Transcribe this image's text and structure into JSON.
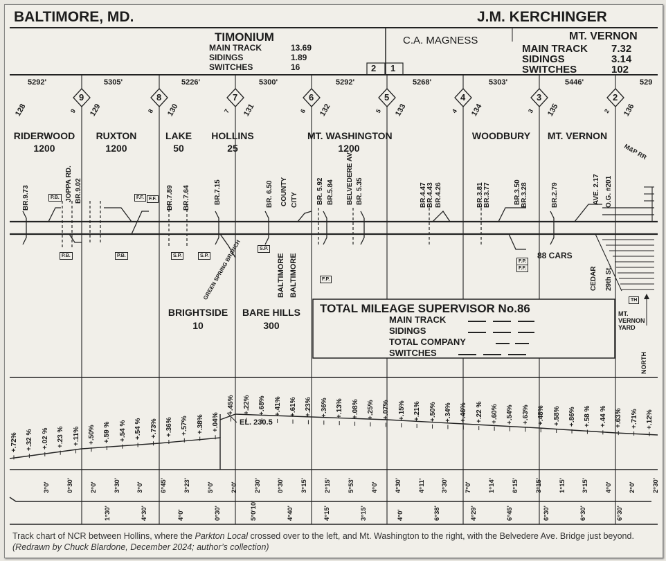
{
  "header": {
    "left": "BALTIMORE, MD.",
    "right": "J.M. KERCHINGER"
  },
  "timonium": {
    "name": "TIMONIUM",
    "rows": [
      [
        "MAIN TRACK",
        "13.69"
      ],
      [
        "SIDINGS",
        "1.89"
      ],
      [
        "SWITCHES",
        "16"
      ]
    ]
  },
  "magness": "C.A. MAGNESS",
  "mtvernon_summary": {
    "name": "MT. VERNON",
    "rows": [
      [
        "MAIN TRACK",
        "7.32"
      ],
      [
        "SIDINGS",
        "3.14"
      ],
      [
        "SWITCHES",
        "102"
      ]
    ]
  },
  "boxes": [
    "2",
    "1"
  ],
  "lengths": [
    "5292'",
    "5305'",
    "5226'",
    "5300'",
    "5292'",
    "5268'",
    "5303'",
    "5446'",
    "529"
  ],
  "mileposts": [
    {
      "num": "9",
      "a": "128",
      "b": "129",
      "mark": "9"
    },
    {
      "num": "8",
      "b": "130",
      "mark": "8"
    },
    {
      "num": "7",
      "b": "131",
      "mark": "7"
    },
    {
      "num": "6",
      "b": "132",
      "mark": "6"
    },
    {
      "num": "5",
      "b": "133",
      "mark": "5"
    },
    {
      "num": "4",
      "b": "134",
      "mark": "4"
    },
    {
      "num": "3",
      "b": "135",
      "mark": "3"
    },
    {
      "num": "2",
      "b": "136",
      "mark": "2"
    }
  ],
  "stations": [
    {
      "name": "RIDERWOOD",
      "value": "1200"
    },
    {
      "name": "RUXTON",
      "value": "1200"
    },
    {
      "name": "LAKE",
      "value": "50"
    },
    {
      "name": "HOLLINS",
      "value": "25"
    },
    {
      "name": "MT. WASHINGTON",
      "value": "1200"
    },
    {
      "name": "WOODBURY",
      "value": ""
    },
    {
      "name": "MT. VERNON",
      "value": ""
    }
  ],
  "lower_stations": [
    {
      "name": "BRIGHTSIDE",
      "value": "10"
    },
    {
      "name": "BARE HILLS",
      "value": "300"
    }
  ],
  "bridges": [
    "BR.9.73",
    "JOPPA RD.",
    "BR.9.02",
    "BR.7.89",
    "BR.7.64",
    "BR.7.15",
    "BR. 6.50",
    "COUNTY",
    "CITY",
    "BR. 5.92",
    "BR.5.84",
    "BELVEDERE AV.",
    "BR. 5.35",
    "BR.4.47",
    "BR.4.43",
    "BR.4.26",
    "BR.3.81",
    "BR.3.77",
    "BR.3.50",
    "BR.3.28",
    "BR.2.79",
    "AVE.  2.17",
    "O.G. #201"
  ],
  "misc": {
    "mp_rr": "M&P RR",
    "cars": "88 CARS",
    "green_spring": "GREEN SPRING BRANCH",
    "baltimore_county": "BALTIMORE",
    "baltimore_city": "BALTIMORE",
    "cedar": "CEDAR",
    "st29": "29th St.",
    "mtvernon_yard": "MT. VERNON YARD",
    "north": "NORTH",
    "el": "EL. 230.5"
  },
  "small_boxes": [
    "P.B.",
    "P.B.",
    "P.B.",
    "F.F.",
    "S.P.",
    "S.P.",
    "S.P.",
    "F.F.",
    "F.P.",
    "F.P.",
    "F.F.",
    "TH"
  ],
  "total": {
    "title": "TOTAL  MILEAGE  SUPERVISOR  No.86",
    "rows": [
      "MAIN TRACK",
      "SIDINGS",
      "TOTAL COMPANY",
      "SWITCHES"
    ]
  },
  "grades": [
    ".72%",
    ".32 %",
    ".02 %",
    ".23 %",
    ".11%",
    ".50%",
    ".59 %",
    ".54 %",
    ".54 %",
    ".73%",
    ".36%",
    ".57%",
    ".38%",
    ".04%",
    ".45%",
    ".22%",
    ".68%",
    ".41%",
    ".61%",
    ".23%",
    ".36%",
    ".13%",
    ".08%",
    ".25%",
    ".07%",
    ".15%",
    ".21%",
    ".50%",
    ".34%",
    ".46%",
    ".22 %",
    ".60%",
    ".54%",
    ".63%",
    ".48%",
    ".58%",
    ".86%",
    ".58 %",
    ".44 %",
    ".63%",
    ".71%",
    ".12%"
  ],
  "curves_top": [
    "3°0'",
    "0°30'",
    "2°0'",
    "3°30'",
    "3°0'",
    "6°45'",
    "3°23'",
    "5°0'",
    "2°0'",
    "2°30'",
    "0°30'",
    "3°15'",
    "2°15'",
    "5°53'",
    "4°0'",
    "4°30'",
    "4°11'",
    "3°30'",
    "7°0'",
    "1°14'",
    "6°15'",
    "3°15'",
    "1°15'",
    "3°15'",
    "4°0'",
    "2°0'",
    "2°30'"
  ],
  "curves_bottom": [
    "1°30'",
    "4°30'",
    "4°0'",
    "0°30'",
    "5°0'10'",
    "4°40'",
    "4°15'",
    "3°15'",
    "4°0'",
    "6°38'",
    "4°29'",
    "6°45'",
    "6°30'",
    "6°30'",
    "6°30'"
  ],
  "caption_parts": [
    "Track chart of NCR between Hollins, where the ",
    "Parkton Local",
    " crossed over to the left, and Mt. Washington to the right, with the Belvedere Ave. Bridge just beyond. ",
    "(Redrawn by Chuck Blardone, December 2024; author’s collection)"
  ]
}
